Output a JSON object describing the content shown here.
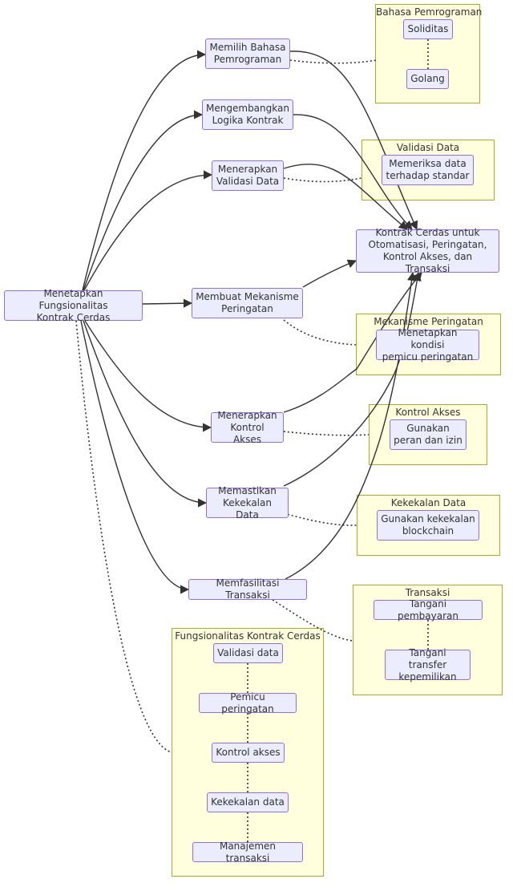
{
  "diagram": {
    "root": "Menetapkan Fungsionalitas\nKontrak Cerdas",
    "target": "Kontrak Cerdas untuk\nOtomatisasi, Peringatan,\nKontrol Akses, dan Transaksi",
    "steps": [
      "Memilih Bahasa\nPemrograman",
      "Mengembangkan\nLogika Kontrak",
      "Menerapkan\nValidasi Data",
      "Membuat Mekanisme\nPeringatan",
      "Menerapkan\nKontrol Akses",
      "Memastikan\nKekekalan Data",
      "Memfasilitasi Transaksi"
    ],
    "clusters": {
      "bahasa": {
        "title": "Bahasa Pemrograman",
        "items": [
          "Soliditas",
          "Golang"
        ]
      },
      "validasi": {
        "title": "Validasi Data",
        "items": [
          "Memeriksa data\nterhadap standar"
        ]
      },
      "peringatan": {
        "title": "Mekanisme Peringatan",
        "items": [
          "Menetapkan kondisi\npemicu peringatan"
        ]
      },
      "akses": {
        "title": "Kontrol Akses",
        "items": [
          "Gunakan\nperan dan izin"
        ]
      },
      "kekekalan": {
        "title": "Kekekalan Data",
        "items": [
          "Gunakan kekekalan\nblockchain"
        ]
      },
      "transaksi": {
        "title": "Transaksi",
        "items": [
          "Tangani pembayaran",
          "Tangani transfer\nkepemilikan"
        ]
      },
      "fungsionalitas": {
        "title": "Fungsionalitas Kontrak Cerdas",
        "items": [
          "Validasi data",
          "Pemicu peringatan",
          "Kontrol akses",
          "Kekekalan data",
          "Manajemen transaksi"
        ]
      }
    }
  }
}
